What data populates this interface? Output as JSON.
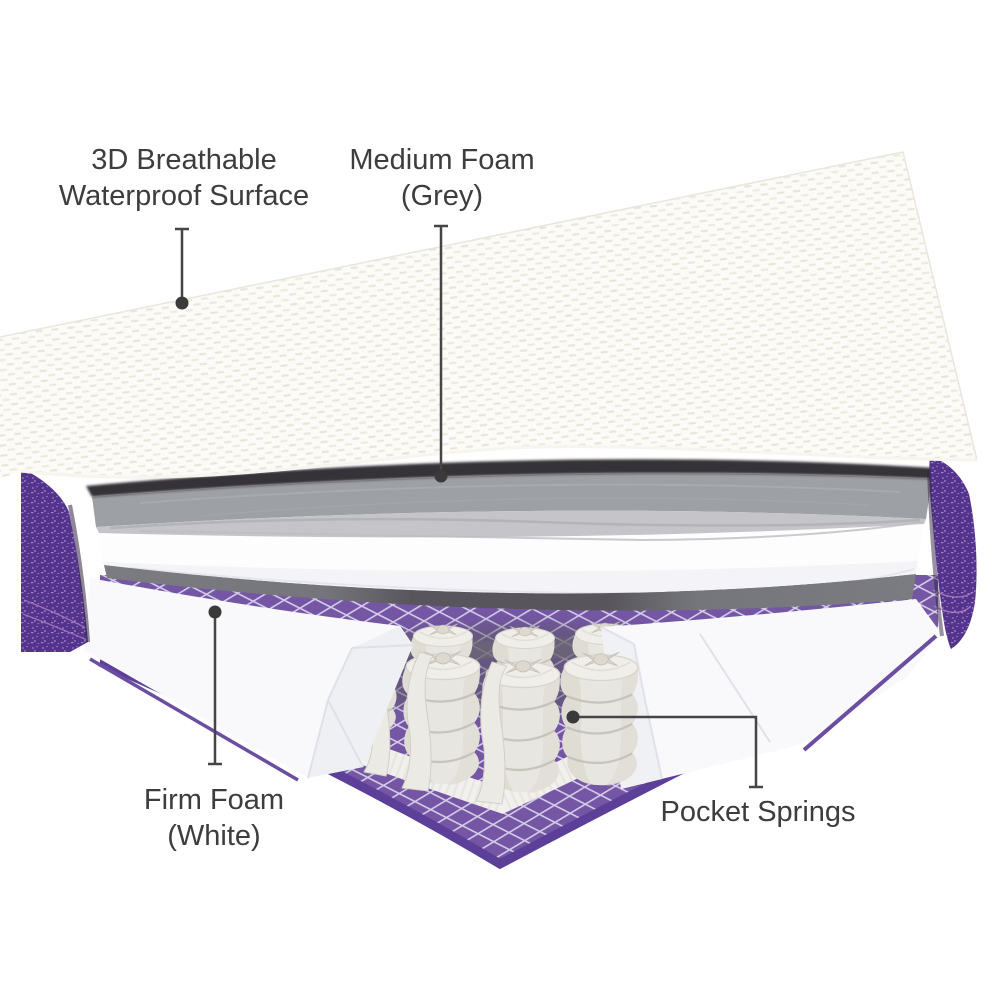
{
  "figure": {
    "type": "mattress cutaway diagram",
    "labels": {
      "surface": {
        "line1": "3D Breathable",
        "line2": "Waterproof Surface"
      },
      "medium_foam": {
        "line1": "Medium Foam",
        "line2": "(Grey)"
      },
      "firm_foam": {
        "line1": "Firm Foam",
        "line2": "(White)"
      },
      "pocket_springs": {
        "line1": "Pocket Springs"
      }
    },
    "colors": {
      "label_text": "#3d3d3d",
      "leader_line": "#454545",
      "sheet_white": "#fcfbf8",
      "sheet_texture": "#e8e5d8",
      "medium_foam_top": "#9da0a4",
      "medium_foam_front": "#c5c5c9",
      "firm_foam_white": "#f9f9fb",
      "stripe_grey": "#6f7076",
      "side_fabric_purple": "#54338c",
      "base_purple": "#7456a4",
      "base_grid_line": "#d5cce8",
      "base_border_stripe": "#f2f0ed",
      "spring_fabric": "#e8e6e1",
      "shadow_dark": "#343137"
    }
  }
}
